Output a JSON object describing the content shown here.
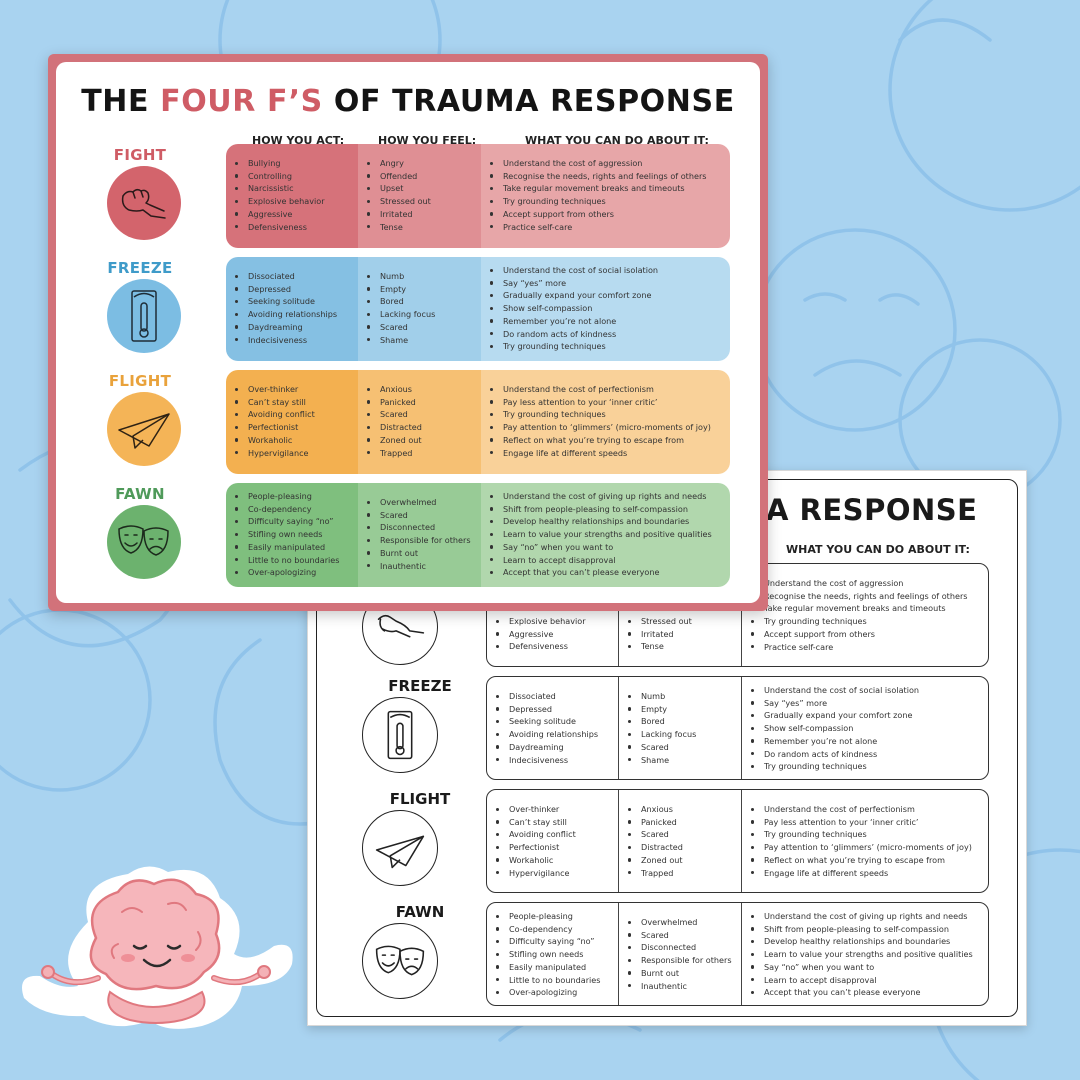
{
  "colors": {
    "background": "#a9d3f0",
    "fight": "#cf5c65",
    "freeze": "#3f9bc9",
    "flight": "#e9a23b",
    "fawn": "#4f9a5a"
  },
  "front_sheet": {
    "title_prefix": "THE ",
    "title_accent": "FOUR F’S",
    "title_suffix": " OF TRAUMA RESPONSE",
    "headers": {
      "act": "HOW YOU ACT:",
      "feel": "HOW YOU FEEL:",
      "do": "WHAT YOU CAN DO ABOUT IT:"
    }
  },
  "back_sheet": {
    "title_partial": "A RESPONSE",
    "header_do": "WHAT YOU CAN DO ABOUT IT:"
  },
  "responses": [
    {
      "name": "FIGHT",
      "icon": "fist-icon",
      "act": [
        "Bullying",
        "Controlling",
        "Narcissistic",
        "Explosive behavior",
        "Aggressive",
        "Defensiveness"
      ],
      "feel": [
        "Angry",
        "Offended",
        "Upset",
        "Stressed out",
        "Irritated",
        "Tense"
      ],
      "do": [
        "Understand the cost of aggression",
        "Recognise the needs, rights and feelings of others",
        "Take regular movement breaks and timeouts",
        "Try grounding techniques",
        "Accept support from others",
        "Practice self-care"
      ]
    },
    {
      "name": "FREEZE",
      "icon": "thermometer-icon",
      "act": [
        "Dissociated",
        "Depressed",
        "Seeking solitude",
        "Avoiding relationships",
        "Daydreaming",
        "Indecisiveness"
      ],
      "feel": [
        "Numb",
        "Empty",
        "Bored",
        "Lacking focus",
        "Scared",
        "Shame"
      ],
      "do": [
        "Understand the cost of social isolation",
        "Say “yes” more",
        "Gradually expand your comfort zone",
        "Show self-compassion",
        "Remember you’re not alone",
        "Do random acts of kindness",
        "Try grounding techniques"
      ]
    },
    {
      "name": "FLIGHT",
      "icon": "paper-plane-icon",
      "act": [
        "Over-thinker",
        "Can’t stay still",
        "Avoiding conflict",
        "Perfectionist",
        "Workaholic",
        "Hypervigilance"
      ],
      "feel": [
        "Anxious",
        "Panicked",
        "Scared",
        "Distracted",
        "Zoned out",
        "Trapped"
      ],
      "do": [
        "Understand the cost of perfectionism",
        "Pay less attention to your ‘inner critic’",
        "Try grounding techniques",
        "Pay attention to ‘glimmers’ (micro-moments of joy)",
        "Reflect on what you’re trying to escape from",
        "Engage life at different speeds"
      ]
    },
    {
      "name": "FAWN",
      "icon": "theater-masks-icon",
      "act": [
        "People-pleasing",
        "Co-dependency",
        "Difficulty saying “no”",
        "Stifling own needs",
        "Easily manipulated",
        "Little to no boundaries",
        "Over-apologizing"
      ],
      "feel": [
        "Overwhelmed",
        "Scared",
        "Disconnected",
        "Responsible for others",
        "Burnt out",
        "Inauthentic"
      ],
      "do": [
        "Understand the cost of giving up rights and needs",
        "Shift from people-pleasing to self-compassion",
        "Develop healthy relationships and boundaries",
        "Learn to value your strengths and positive qualities",
        "Say “no” when you want to",
        "Learn to accept disapproval",
        "Accept that you can’t please everyone"
      ]
    }
  ],
  "back_rows": [
    {
      "name": "",
      "act": [
        "Explosive behavior",
        "Aggressive",
        "Defensiveness"
      ],
      "feel": [
        "Stressed out",
        "Irritated",
        "Tense"
      ],
      "do": [
        "Understand the cost of aggression",
        "Recognise the needs, rights and feelings of others",
        "Take regular movement breaks and timeouts",
        "Try grounding techniques",
        "Accept support from others",
        "Practice self-care"
      ]
    },
    {
      "name": "FREEZE",
      "act": [
        "Dissociated",
        "Depressed",
        "Seeking solitude",
        "Avoiding relationships",
        "Daydreaming",
        "Indecisiveness"
      ],
      "feel": [
        "Numb",
        "Empty",
        "Bored",
        "Lacking focus",
        "Scared",
        "Shame"
      ],
      "do": [
        "Understand the cost of social isolation",
        "Say “yes” more",
        "Gradually expand your comfort zone",
        "Show self-compassion",
        "Remember you’re not alone",
        "Do random acts of kindness",
        "Try grounding techniques"
      ]
    },
    {
      "name": "FLIGHT",
      "act": [
        "Over-thinker",
        "Can’t stay still",
        "Avoiding conflict",
        "Perfectionist",
        "Workaholic",
        "Hypervigilance"
      ],
      "feel": [
        "Anxious",
        "Panicked",
        "Scared",
        "Distracted",
        "Zoned out",
        "Trapped"
      ],
      "do": [
        "Understand the cost of perfectionism",
        "Pay less attention to your ‘inner critic’",
        "Try grounding techniques",
        "Pay attention to ‘glimmers’ (micro-moments of joy)",
        "Reflect on what you’re trying to escape from",
        "Engage life at different speeds"
      ]
    },
    {
      "name": "FAWN",
      "act": [
        "People-pleasing",
        "Co-dependency",
        "Difficulty saying “no”",
        "Stifling own needs",
        "Easily manipulated",
        "Little to no boundaries",
        "Over-apologizing"
      ],
      "feel": [
        "Overwhelmed",
        "Scared",
        "Disconnected",
        "Responsible for others",
        "Burnt out",
        "Inauthentic"
      ],
      "do": [
        "Understand the cost of giving up rights and needs",
        "Shift from people-pleasing to self-compassion",
        "Develop healthy relationships and boundaries",
        "Learn to value your strengths and positive qualities",
        "Say “no” when you want to",
        "Learn to accept disapproval",
        "Accept that you can’t please everyone"
      ]
    }
  ]
}
